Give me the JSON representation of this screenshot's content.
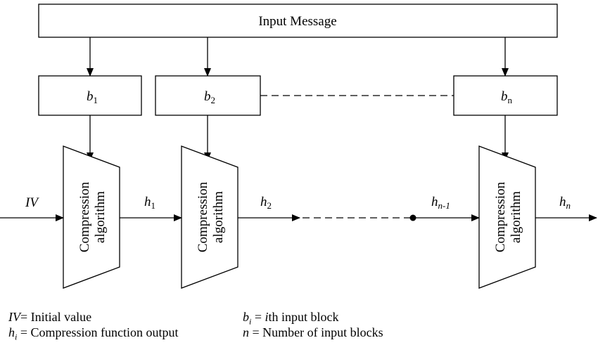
{
  "input_message": "Input Message",
  "blocks": [
    {
      "base": "b",
      "sub": "1"
    },
    {
      "base": "b",
      "sub": "2"
    },
    {
      "base": "b",
      "sub": "n"
    }
  ],
  "compression_label": {
    "line1": "Compression",
    "line2": "algorithm"
  },
  "iv_label": "IV",
  "h_labels": [
    {
      "base": "h",
      "sub": "1"
    },
    {
      "base": "h",
      "sub": "2"
    },
    {
      "base": "h",
      "sub": "n-1"
    },
    {
      "base": "h",
      "sub": "n"
    }
  ],
  "legend": {
    "iv": {
      "symbol": "IV",
      "text": "= Initial value"
    },
    "hi": {
      "symbol": "h",
      "sub": "i",
      "text": " = Compression function output"
    },
    "bi": {
      "symbol": "b",
      "sub": "i",
      "eq": " = ",
      "i": "i",
      "text": "th input block"
    },
    "n": {
      "symbol": "n",
      "text": " = Number of input blocks"
    }
  }
}
